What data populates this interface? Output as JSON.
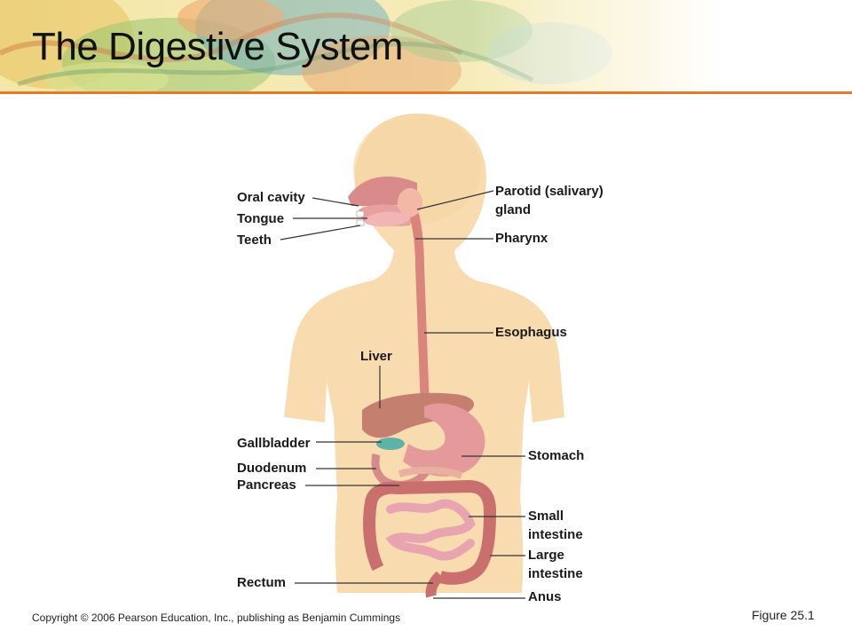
{
  "slide": {
    "title": "The Digestive System",
    "copyright": "Copyright © 2006 Pearson Education, Inc., publishing as Benjamin Cummings",
    "figure": "Figure 25.1",
    "accent_color": "#e07a2e"
  },
  "labels": {
    "oral_cavity": "Oral cavity",
    "tongue": "Tongue",
    "teeth": "Teeth",
    "parotid": "Parotid (salivary)",
    "parotid_2": "gland",
    "pharynx": "Pharynx",
    "esophagus": "Esophagus",
    "liver": "Liver",
    "gallbladder": "Gallbladder",
    "stomach": "Stomach",
    "duodenum": "Duodenum",
    "pancreas": "Pancreas",
    "small_intestine": "Small",
    "small_intestine_2": "intestine",
    "large_intestine": "Large",
    "large_intestine_2": "intestine",
    "rectum": "Rectum",
    "anus": "Anus"
  }
}
